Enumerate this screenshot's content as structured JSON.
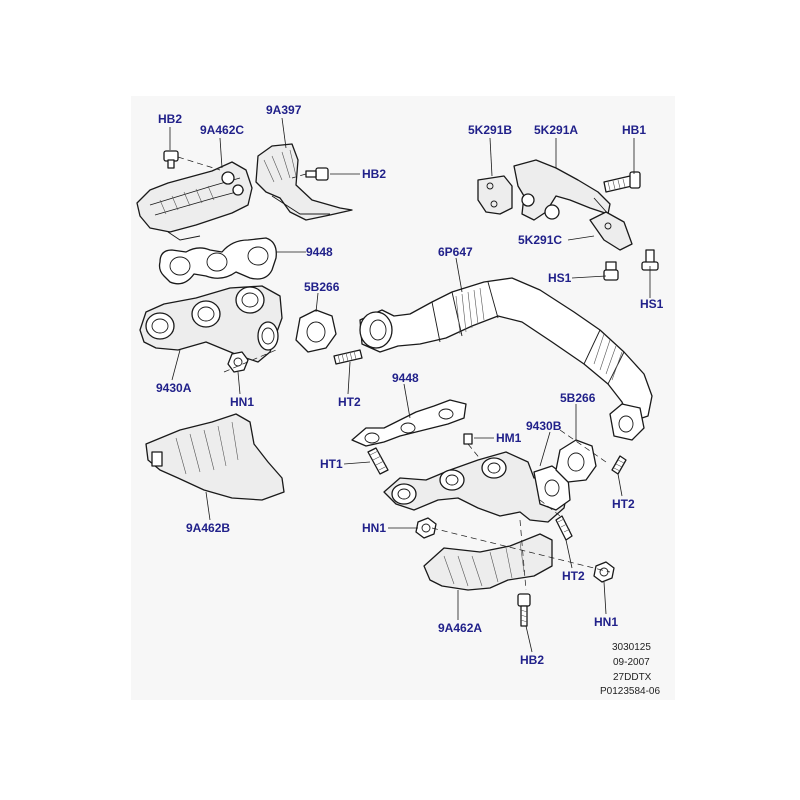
{
  "labels": {
    "hb2_top": "HB2",
    "c9a462c": "9A462C",
    "c9a397": "9A397",
    "hb2_mid": "HB2",
    "c5k291b": "5K291B",
    "c5k291a": "5K291A",
    "hb1": "HB1",
    "c5k291c": "5K291C",
    "c9448_top": "9448",
    "c6p647": "6P647",
    "hs1_a": "HS1",
    "hs1_b": "HS1",
    "c5b266_left": "5B266",
    "c9430a": "9430A",
    "hn1_left": "HN1",
    "ht2_left": "HT2",
    "c9448_mid": "9448",
    "c5b266_right": "5B266",
    "c9430b": "9430B",
    "hm1": "HM1",
    "ht1": "HT1",
    "ht2_right": "HT2",
    "c9a462b": "9A462B",
    "hn1_mid": "HN1",
    "ht2_low": "HT2",
    "hn1_low": "HN1",
    "c9a462a": "9A462A",
    "hb2_low": "HB2"
  },
  "reference": {
    "line1": "3030125",
    "line2": "09-2007",
    "line3": "27DDTX",
    "line4": "P0123584-06"
  }
}
